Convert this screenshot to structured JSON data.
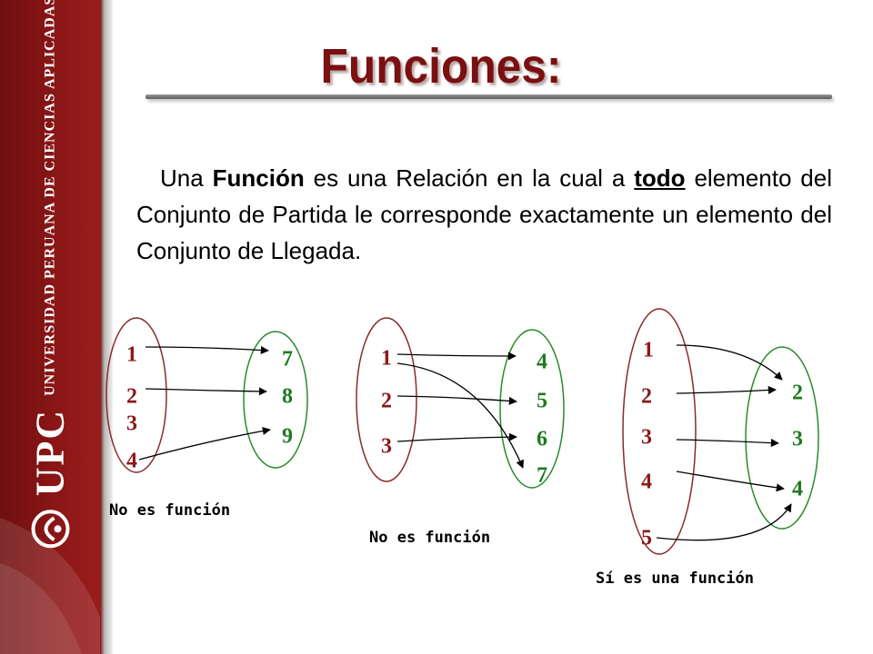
{
  "sidebar": {
    "brand_short": "UPC",
    "brand_full": "Universidad Peruana de Ciencias Aplicadas",
    "colors": {
      "primary": "#8a1616",
      "dark": "#6e0f0f"
    }
  },
  "slide": {
    "title": "Funciones:",
    "definition": {
      "part1": "Una ",
      "bold1": "Función",
      "part2": " es una Relación en la cual a ",
      "bold2": "todo",
      "part3": " elemento del Conjunto de Partida le corresponde exactamente un elemento del Conjunto de Llegada."
    }
  },
  "colors": {
    "title": "#7a1010",
    "domain_number": "#8b1a1a",
    "codomain_number": "#1f7a1f",
    "domain_set": "#8b2a2a",
    "codomain_set": "#2a8a2a"
  },
  "diagrams": [
    {
      "caption": "No es función",
      "domain": [
        "1",
        "2",
        "3",
        "4"
      ],
      "codomain": [
        "7",
        "8",
        "9"
      ],
      "arrows": [
        [
          "1",
          "7"
        ],
        [
          "2",
          "8"
        ],
        [
          "4",
          "9"
        ]
      ]
    },
    {
      "caption": "No es función",
      "domain": [
        "1",
        "2",
        "3"
      ],
      "codomain": [
        "4",
        "5",
        "6",
        "7"
      ],
      "arrows": [
        [
          "1",
          "4"
        ],
        [
          "1",
          "7"
        ],
        [
          "2",
          "5"
        ],
        [
          "3",
          "6"
        ]
      ]
    },
    {
      "caption": "Sí es una función",
      "domain": [
        "1",
        "2",
        "3",
        "4",
        "5"
      ],
      "codomain": [
        "2",
        "3",
        "4"
      ],
      "arrows": [
        [
          "1",
          "2"
        ],
        [
          "2",
          "2"
        ],
        [
          "3",
          "3"
        ],
        [
          "4",
          "4"
        ],
        [
          "5",
          "4"
        ]
      ]
    }
  ]
}
